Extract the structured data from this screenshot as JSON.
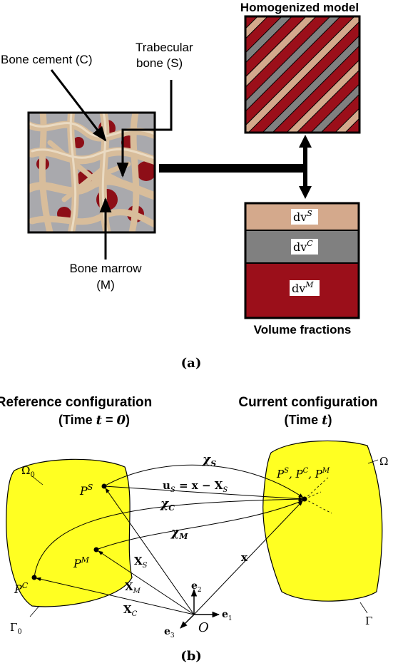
{
  "panel_a": {
    "title_homogenized": "Homogenized model",
    "label_cement": "Bone cement (C)",
    "label_trabecular_1": "Trabecular",
    "label_trabecular_2": "bone (S)",
    "label_marrow_1": "Bone marrow",
    "label_marrow_2": "(M)",
    "vf_S": "dv",
    "vf_S_sup": "S",
    "vf_C": "dv",
    "vf_C_sup": "C",
    "vf_M": "dv",
    "vf_M_sup": "M",
    "title_volume_fractions": "Volume fractions",
    "caption": "(a)",
    "colors": {
      "bone": "#d4a98c",
      "cement": "#808080",
      "marrow": "#9b0f1a"
    }
  },
  "panel_b": {
    "ref_title": "Reference configuration",
    "ref_time_prefix": "(Time ",
    "ref_time_t": "t",
    "ref_time_eq": " = ",
    "ref_time_zero": "0",
    "ref_time_suffix": ")",
    "cur_title": "Current configuration",
    "cur_time_prefix": "(Time ",
    "cur_time_t": "t",
    "cur_time_suffix": ")",
    "omega0": "Ω",
    "omega0_sub": "0",
    "gamma0": "Γ",
    "gamma0_sub": "0",
    "omega": "Ω",
    "gamma": "Γ",
    "PS": "P",
    "PS_sup": "S",
    "PM": "P",
    "PM_sup": "M",
    "PC": "P",
    "PC_sup": "C",
    "cur_points": "P",
    "chi": "χ",
    "chi_S_sub": "S",
    "chi_C_sub": "C",
    "chi_M_sub": "M",
    "u_label": "u",
    "u_sub": "S",
    "u_rhs": " = x − X",
    "u_rhs_sub": "S",
    "XS": "X",
    "XS_sub": "S",
    "XM": "X",
    "XM_sub": "M",
    "XC": "X",
    "XC_sub": "C",
    "x": "x",
    "e1": "e",
    "e1_sub": "1",
    "e2": "e",
    "e2_sub": "2",
    "e3": "e",
    "e3_sub": "3",
    "origin": "O",
    "caption": "(b)",
    "colors": {
      "body": "#ffff22"
    }
  }
}
